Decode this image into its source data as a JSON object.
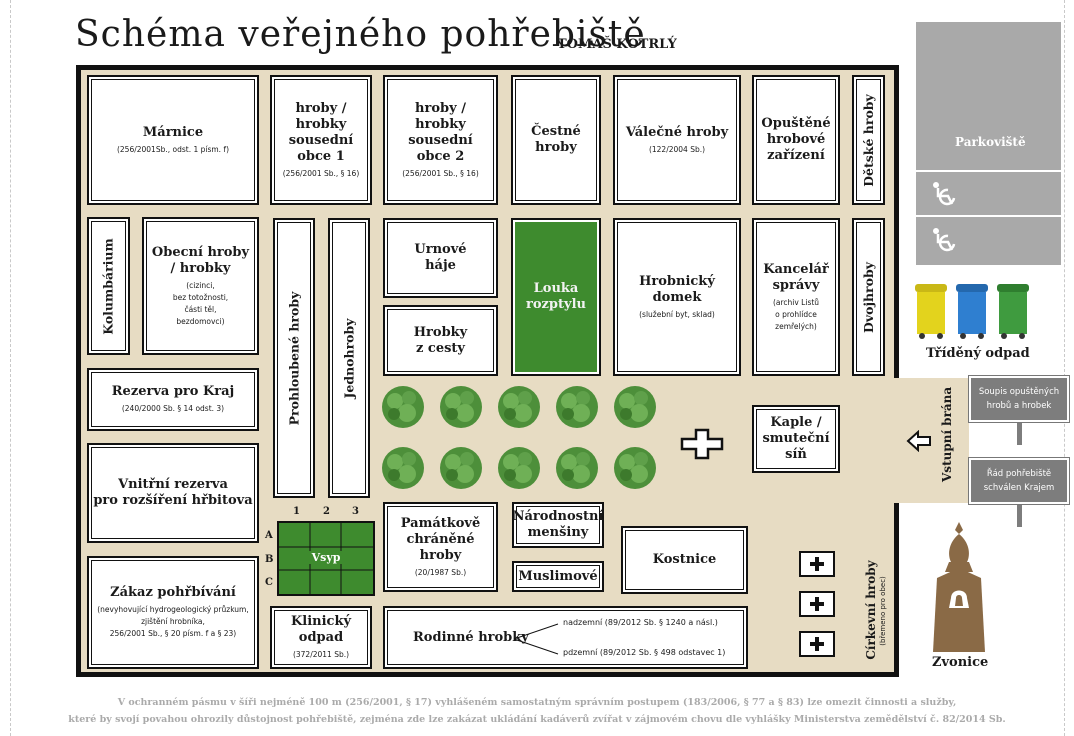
{
  "header": {
    "title": "Schéma veřejného pohřebiště",
    "author": "TOMÁŠ KOTRLÝ"
  },
  "plots": {
    "marnice": {
      "title": "Márnice",
      "note": "(256/2001Sb., odst. 1 písm. f)"
    },
    "hroby_obec1": {
      "title": "hroby /\nhrobky\nsousední\nobce 1",
      "note": "(256/2001 Sb., § 16)"
    },
    "hroby_obec2": {
      "title": "hroby /\nhrobky\nsousední\nobce 2",
      "note": "(256/2001 Sb., § 16)"
    },
    "cestne": {
      "title": "Čestné\nhroby"
    },
    "valecne": {
      "title": "Válečné hroby",
      "note": "(122/2004 Sb.)"
    },
    "opustene": {
      "title": "Opuštěné\nhrobové\nzařízení"
    },
    "detske": {
      "title": "Dětské hroby"
    },
    "kolumbarium": {
      "title": "Kolumbárium"
    },
    "obecni": {
      "title": "Obecní hroby\n/ hrobky",
      "note": "(cizinci,\nbez totožnosti,\nčásti těl,\nbezdomovci)"
    },
    "prohloubene": {
      "title": "Prohloubené hroby"
    },
    "jednohroby": {
      "title": "Jednohroby"
    },
    "urnove": {
      "title": "Urnové\nháje"
    },
    "louka": {
      "title": "Louka\nrozptylu"
    },
    "hrobnicky": {
      "title": "Hrobnický\ndomek",
      "note": "(služební byt, sklad)"
    },
    "kancelar": {
      "title": "Kancelář\nsprávy",
      "note": "(archiv Listů\no prohlídce\nzemřelých)"
    },
    "dvojhroby": {
      "title": "Dvojhroby"
    },
    "hrobky_cesty": {
      "title": "Hrobky\nz cesty"
    },
    "rezerva_kraj": {
      "title": "Rezerva pro Kraj",
      "note": "(240/2000 Sb. § 14 odst. 3)"
    },
    "kaple": {
      "title": "Kaple /\nsmuteční\nsíň"
    },
    "vnitrni": {
      "title": "Vnitřní rezerva\npro rozšíření hřbitova"
    },
    "vsyp": {
      "title": "Vsyp",
      "cols": [
        "1",
        "2",
        "3"
      ],
      "rows": [
        "A",
        "B",
        "C"
      ]
    },
    "pamatkove": {
      "title": "Památkově\nchráněné\nhroby",
      "note": "(20/1987 Sb.)"
    },
    "narodnostni": {
      "title": "Národnostní\nmenšiny"
    },
    "muslimove": {
      "title": "Muslimové"
    },
    "kostnice": {
      "title": "Kostnice"
    },
    "zakaz": {
      "title": "Zákaz pohřbívání",
      "note": "(nevyhovující hydrogeologický průzkum,\nzjištění hrobníka,\n256/2001 Sb., § 20 písm. f a § 23)"
    },
    "klinicky": {
      "title": "Klinický\nodpad",
      "note": "(372/2011 Sb.)"
    },
    "rodinne": {
      "title": "Rodinné hrobky",
      "nadzemni": "nadzemní (89/2012 Sb. § 1240 a násl.)",
      "podzemni": "pdzemní (89/2012 Sb. § 498 odstavec 1)"
    },
    "cirkevni": {
      "title": "Církevní hroby",
      "note": "(břemeno pro obec)"
    }
  },
  "outside": {
    "parking": "Parkoviště",
    "waste": "Tříděný odpad",
    "gate": "Vstupní brána",
    "bell": "Zvonice",
    "sign1": "Soupis opuštěných\nhrobů a hrobek",
    "sign2": "Řád pohřebiště\nschválen Krajem"
  },
  "colors": {
    "ground": "#e7dcc3",
    "green": "#3e8b2e",
    "parking": "#a9a9a9",
    "bin_yellow": "#e3d31d",
    "bin_blue": "#2f7fd0",
    "bin_green": "#3f9b3f",
    "bell": "#8a6a46"
  },
  "footer": {
    "line1": "V ochranném pásmu v šíři nejméně 100 m (256/2001, § 17) vyhlášeném samostatným správním postupem (183/2006, § 77 a § 83) lze omezit činnosti a služby,",
    "line2": "které by svojí povahou ohrozily důstojnost pohřebiště, zejména zde lze zakázat ukládání kadáverů zvířat v zájmovém chovu dle vyhlášky Ministerstva zemědělství č. 82/2014 Sb."
  }
}
